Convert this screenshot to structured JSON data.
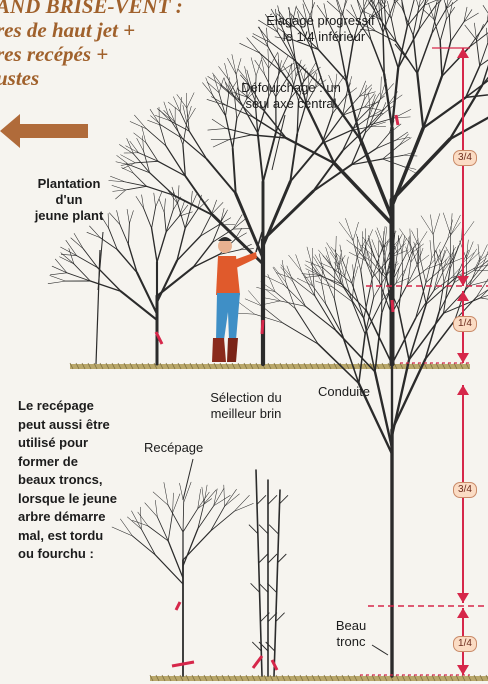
{
  "title_lines": [
    "AND BRISE-VENT :",
    "res de haut jet +",
    "res recépés +",
    "ustes"
  ],
  "labels": {
    "plantation": [
      "Plantation",
      "d'un",
      "jeune plant"
    ],
    "elagage": [
      "Élagage progressif :",
      "le 1/4 inférieur"
    ],
    "defourchage": [
      "Défourchage : un",
      "seul axe central"
    ],
    "recepage_text": [
      "Le recépage",
      "peut aussi être",
      "utilisé pour",
      "former de",
      "beaux troncs,",
      "lorsque le jeune",
      "arbre démarre",
      "mal, est tordu",
      "ou fourchu :"
    ],
    "recepage": "Recépage",
    "selection": [
      "Sélection du",
      "meilleur brin"
    ],
    "conduite": "Conduite",
    "beau_tronc": [
      "Beau",
      "tronc"
    ]
  },
  "measures": {
    "top_upper": "3/4",
    "top_lower": "1/4",
    "bottom_upper": "3/4",
    "bottom_lower": "1/4"
  },
  "colors": {
    "title": "#a0612c",
    "arrow": "#b06b3a",
    "measure": "#d6274a",
    "tree": "#2b2b2b",
    "ground": "#b9a76a",
    "badge_fill": "#fbdcc4"
  },
  "icons": [
    "left-arrow-icon",
    "gardener-figure"
  ]
}
